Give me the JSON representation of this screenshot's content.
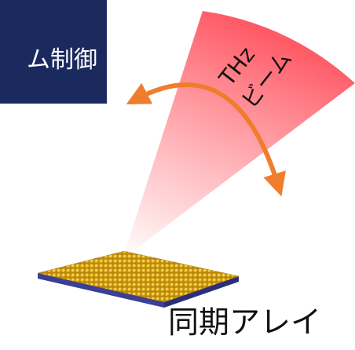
{
  "title_box": {
    "text": "ム制御",
    "background": "#1b2a5e",
    "text_color": "#ffffff"
  },
  "beam": {
    "label_line1": "THz",
    "label_line2": "ビーム",
    "color": "#ff5c68"
  },
  "arrow": {
    "color": "#f07d2e",
    "icon": "double-headed-curved-arrow"
  },
  "array": {
    "label": "同期アレイ",
    "dot_color": "#e8b21a",
    "base_color": "#3b3f95"
  }
}
